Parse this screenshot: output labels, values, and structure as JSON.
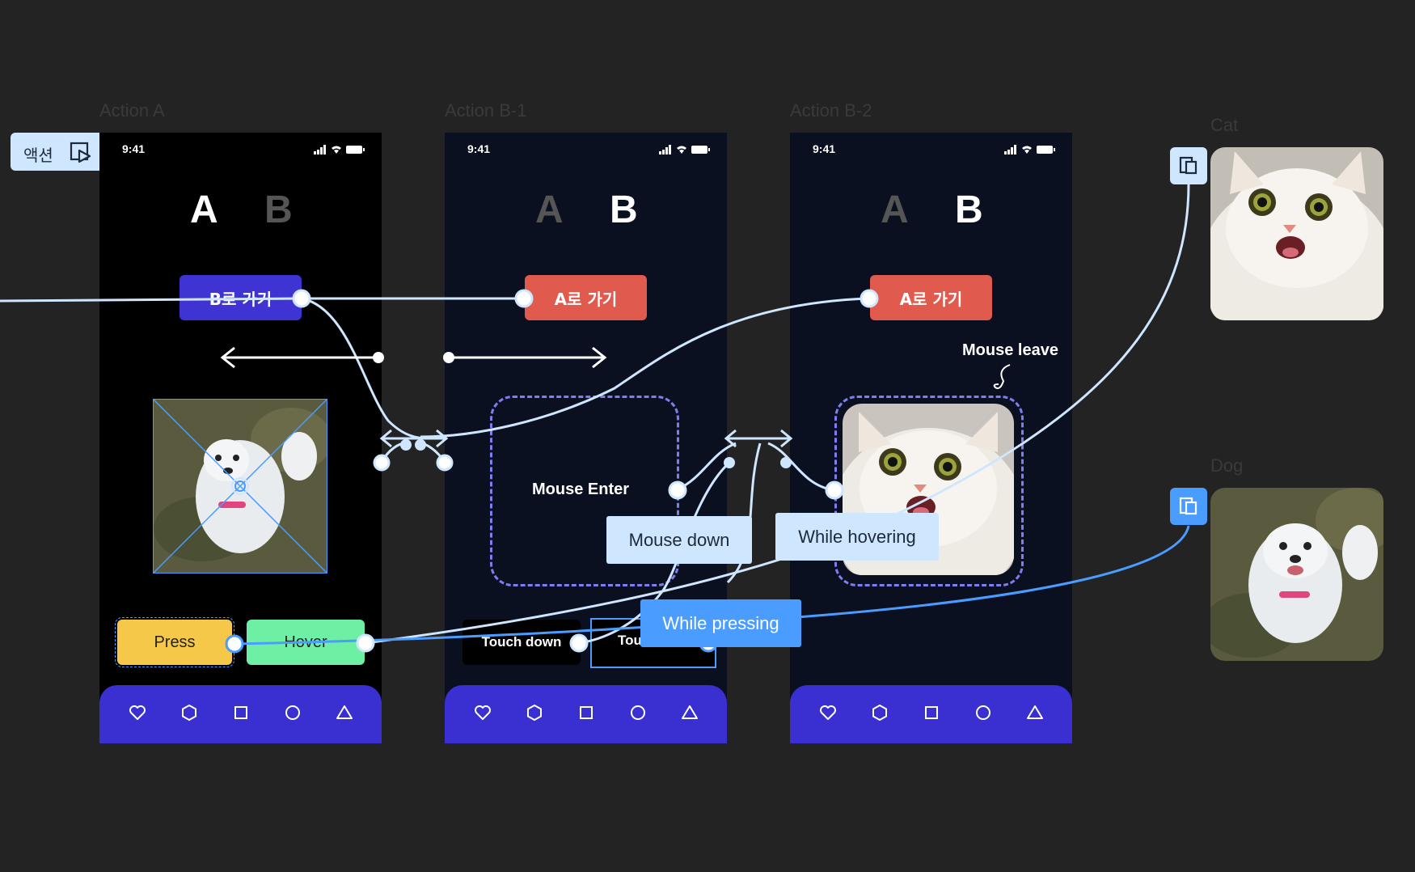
{
  "frames": {
    "a_title": "Action A",
    "b1_title": "Action B-1",
    "b2_title": "Action B-2"
  },
  "status": {
    "time": "9:41"
  },
  "tabs": {
    "a": "A",
    "b": "B"
  },
  "buttons": {
    "go_b": "B로 가기",
    "go_a": "A로 가기"
  },
  "chips": {
    "press": "Press",
    "hover": "Hover",
    "touch_down": "Touch down",
    "touch_truncated": "Tou"
  },
  "prototype_labels": {
    "mouse_enter": "Mouse Enter",
    "mouse_leave": "Mouse leave",
    "mouse_down": "Mouse down",
    "while_hovering": "While hovering",
    "while_pressing": "While pressing"
  },
  "action_tag": {
    "label": "액션",
    "icon": "play-frame-icon"
  },
  "side_images": {
    "cat_title": "Cat",
    "dog_title": "Dog"
  },
  "nav_icons": [
    "heart-icon",
    "hexagon-icon",
    "square-icon",
    "circle-icon",
    "triangle-icon"
  ],
  "colors": {
    "background": "#232323",
    "nav_bar": "#3a2fd1",
    "go_b_button": "#3f33d4",
    "go_a_button": "#e05a4d",
    "press_chip": "#f6c84a",
    "hover_chip": "#6ef0a4",
    "wire_light": "#cfe6ff",
    "wire_blue": "#4a9cff"
  }
}
